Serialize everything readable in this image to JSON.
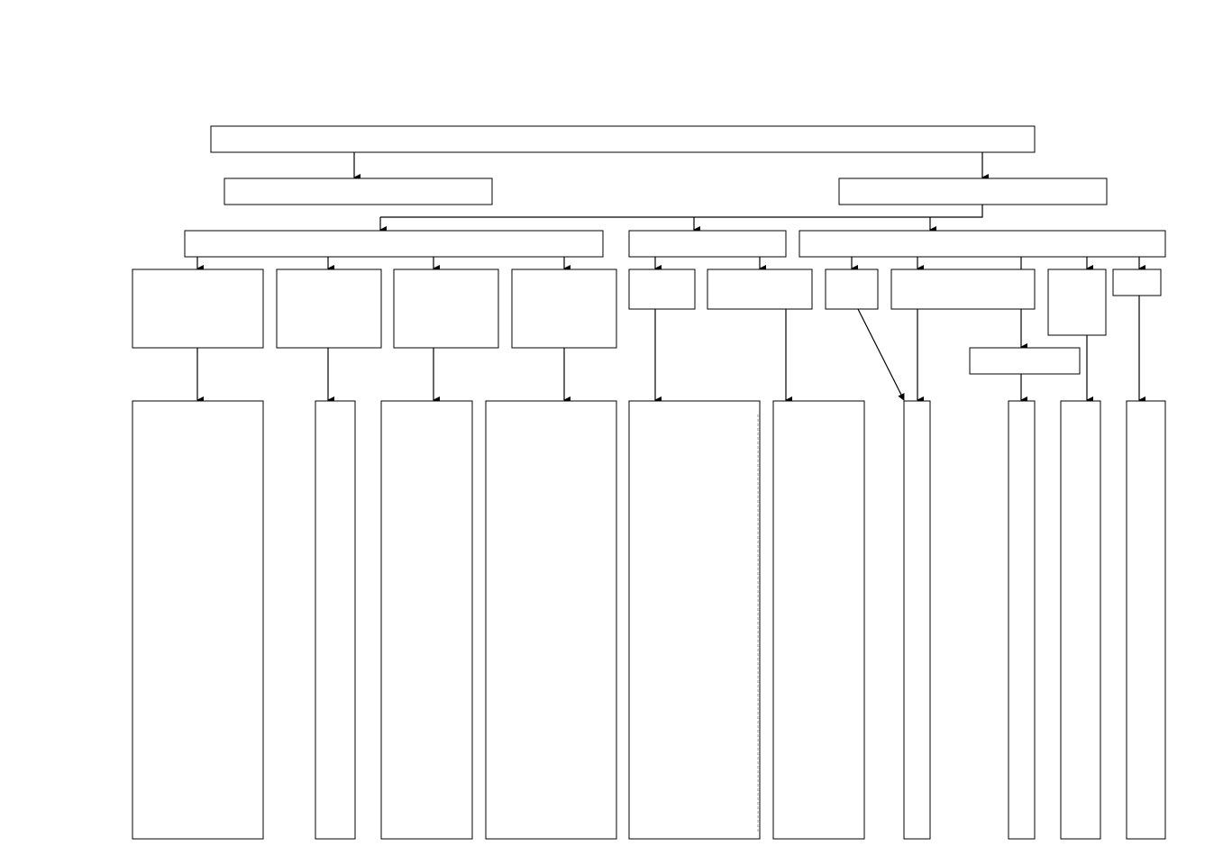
{
  "diagram": {
    "type": "hierarchy",
    "line_color": "#000000",
    "background_color": "#ffffff",
    "nodes": [
      {
        "id": "root",
        "text": ""
      },
      {
        "id": "level2-left",
        "text": ""
      },
      {
        "id": "level2-right",
        "text": ""
      },
      {
        "id": "group-a",
        "text": ""
      },
      {
        "id": "group-b",
        "text": ""
      },
      {
        "id": "group-c",
        "text": ""
      },
      {
        "id": "a1",
        "text": ""
      },
      {
        "id": "a2",
        "text": ""
      },
      {
        "id": "a3",
        "text": ""
      },
      {
        "id": "a4",
        "text": ""
      },
      {
        "id": "b1",
        "text": ""
      },
      {
        "id": "b2",
        "text": ""
      },
      {
        "id": "c1",
        "text": ""
      },
      {
        "id": "c2",
        "text": ""
      },
      {
        "id": "c2-sub",
        "text": ""
      },
      {
        "id": "c3",
        "text": ""
      },
      {
        "id": "c4",
        "text": ""
      },
      {
        "id": "detail-a1",
        "text": ""
      },
      {
        "id": "detail-a2",
        "text": ""
      },
      {
        "id": "detail-a3",
        "text": ""
      },
      {
        "id": "detail-a4",
        "text": ""
      },
      {
        "id": "detail-b1",
        "text": ""
      },
      {
        "id": "detail-b2",
        "text": ""
      },
      {
        "id": "detail-c1",
        "text": ""
      },
      {
        "id": "detail-c2",
        "text": ""
      },
      {
        "id": "detail-c3",
        "text": ""
      },
      {
        "id": "detail-c4",
        "text": ""
      }
    ],
    "edges": [
      [
        "root",
        "level2-left"
      ],
      [
        "root",
        "level2-right"
      ],
      [
        "level2-right",
        "group-a"
      ],
      [
        "level2-right",
        "group-b"
      ],
      [
        "level2-right",
        "group-c"
      ],
      [
        "group-a",
        "a1"
      ],
      [
        "group-a",
        "a2"
      ],
      [
        "group-a",
        "a3"
      ],
      [
        "group-a",
        "a4"
      ],
      [
        "group-b",
        "b1"
      ],
      [
        "group-b",
        "b2"
      ],
      [
        "group-c",
        "c1"
      ],
      [
        "group-c",
        "c2"
      ],
      [
        "group-c",
        "c2-sub"
      ],
      [
        "group-c",
        "c3"
      ],
      [
        "group-c",
        "c4"
      ],
      [
        "a1",
        "detail-a1"
      ],
      [
        "a2",
        "detail-a2"
      ],
      [
        "a3",
        "detail-a3"
      ],
      [
        "a4",
        "detail-a4"
      ],
      [
        "b1",
        "detail-b1"
      ],
      [
        "b2",
        "detail-b2"
      ],
      [
        "c1",
        "detail-c1"
      ],
      [
        "c2",
        "detail-c1"
      ],
      [
        "c2-sub",
        "detail-c2"
      ],
      [
        "c3",
        "detail-c3"
      ],
      [
        "c4",
        "detail-c4"
      ]
    ]
  }
}
